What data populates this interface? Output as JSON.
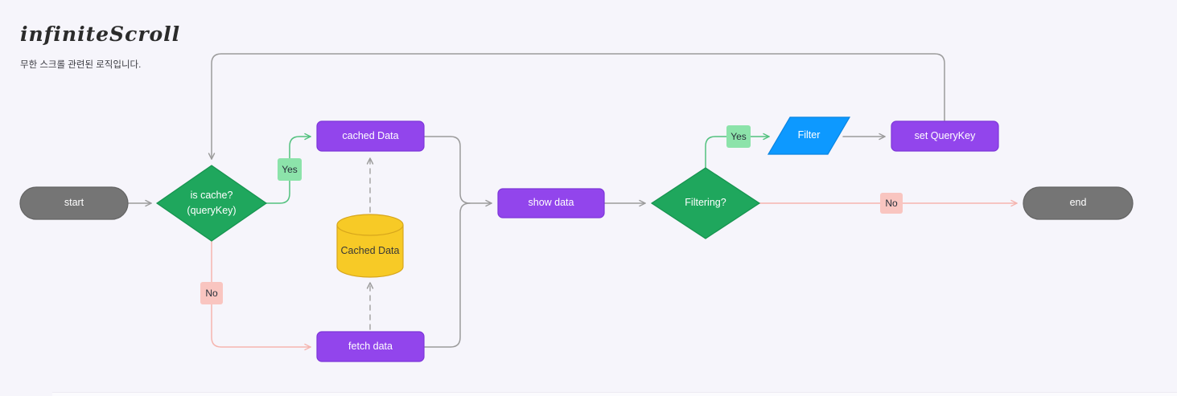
{
  "page": {
    "title": "infiniteScroll",
    "subtitle": "무한 스크롤 관련된 로직입니다."
  },
  "diagram": {
    "nodes": {
      "start": {
        "label": "start",
        "shape": "stadium",
        "fill": "#757575"
      },
      "is_cache": {
        "label_line1": "is cache?",
        "label_line2": "(queryKey)",
        "shape": "diamond",
        "fill": "#1fa75d"
      },
      "cached_data": {
        "label": "cached Data",
        "shape": "rect",
        "fill": "#9245ec"
      },
      "cached_db": {
        "label": "Cached Data",
        "shape": "cylinder",
        "fill": "#f7ca26"
      },
      "fetch_data": {
        "label": "fetch data",
        "shape": "rect",
        "fill": "#9245ec"
      },
      "show_data": {
        "label": "show data",
        "shape": "rect",
        "fill": "#9245ec"
      },
      "filtering": {
        "label": "Filtering?",
        "shape": "diamond",
        "fill": "#1fa75d"
      },
      "filter": {
        "label": "Filter",
        "shape": "parallelogram",
        "fill": "#0d99ff"
      },
      "set_querykey": {
        "label": "set QueryKey",
        "shape": "rect",
        "fill": "#9245ec"
      },
      "end": {
        "label": "end",
        "shape": "stadium",
        "fill": "#757575"
      }
    },
    "edge_labels": {
      "yes1": "Yes",
      "no1": "No",
      "yes2": "Yes",
      "no2": "No"
    },
    "colors": {
      "background": "#f6f5fb",
      "process_purple": "#9245ec",
      "decision_green": "#1fa75d",
      "terminal_gray": "#757575",
      "db_yellow": "#f7ca26",
      "io_blue": "#0d99ff",
      "edge_gray": "#9b9b9b",
      "edge_green": "#52c17e",
      "edge_pink": "#f5b5af",
      "label_yes_bg": "#8ce3aa",
      "label_no_bg": "#f9c5c0"
    }
  }
}
